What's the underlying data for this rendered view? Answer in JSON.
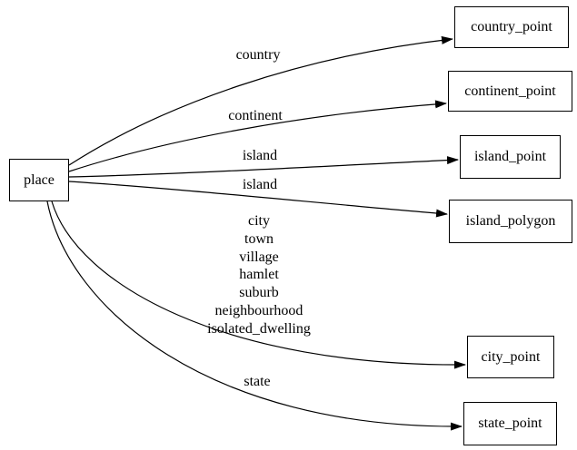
{
  "diagram": {
    "kind": "directed-graph",
    "background_color": "#ffffff",
    "stroke_color": "#000000",
    "nodes": [
      {
        "id": "place",
        "label": "place"
      },
      {
        "id": "country_point",
        "label": "country_point"
      },
      {
        "id": "continent_point",
        "label": "continent_point"
      },
      {
        "id": "island_point",
        "label": "island_point"
      },
      {
        "id": "island_polygon",
        "label": "island_polygon"
      },
      {
        "id": "city_point",
        "label": "city_point"
      },
      {
        "id": "state_point",
        "label": "state_point"
      }
    ],
    "edges": [
      {
        "from": "place",
        "to": "country_point",
        "label": "country"
      },
      {
        "from": "place",
        "to": "continent_point",
        "label": "continent"
      },
      {
        "from": "place",
        "to": "island_point",
        "label": "island"
      },
      {
        "from": "place",
        "to": "island_polygon",
        "label": "island"
      },
      {
        "from": "place",
        "to": "city_point",
        "label_lines": [
          "city",
          "town",
          "village",
          "hamlet",
          "suburb",
          "neighbourhood",
          "isolated_dwelling"
        ]
      },
      {
        "from": "place",
        "to": "state_point",
        "label": "state"
      }
    ]
  }
}
